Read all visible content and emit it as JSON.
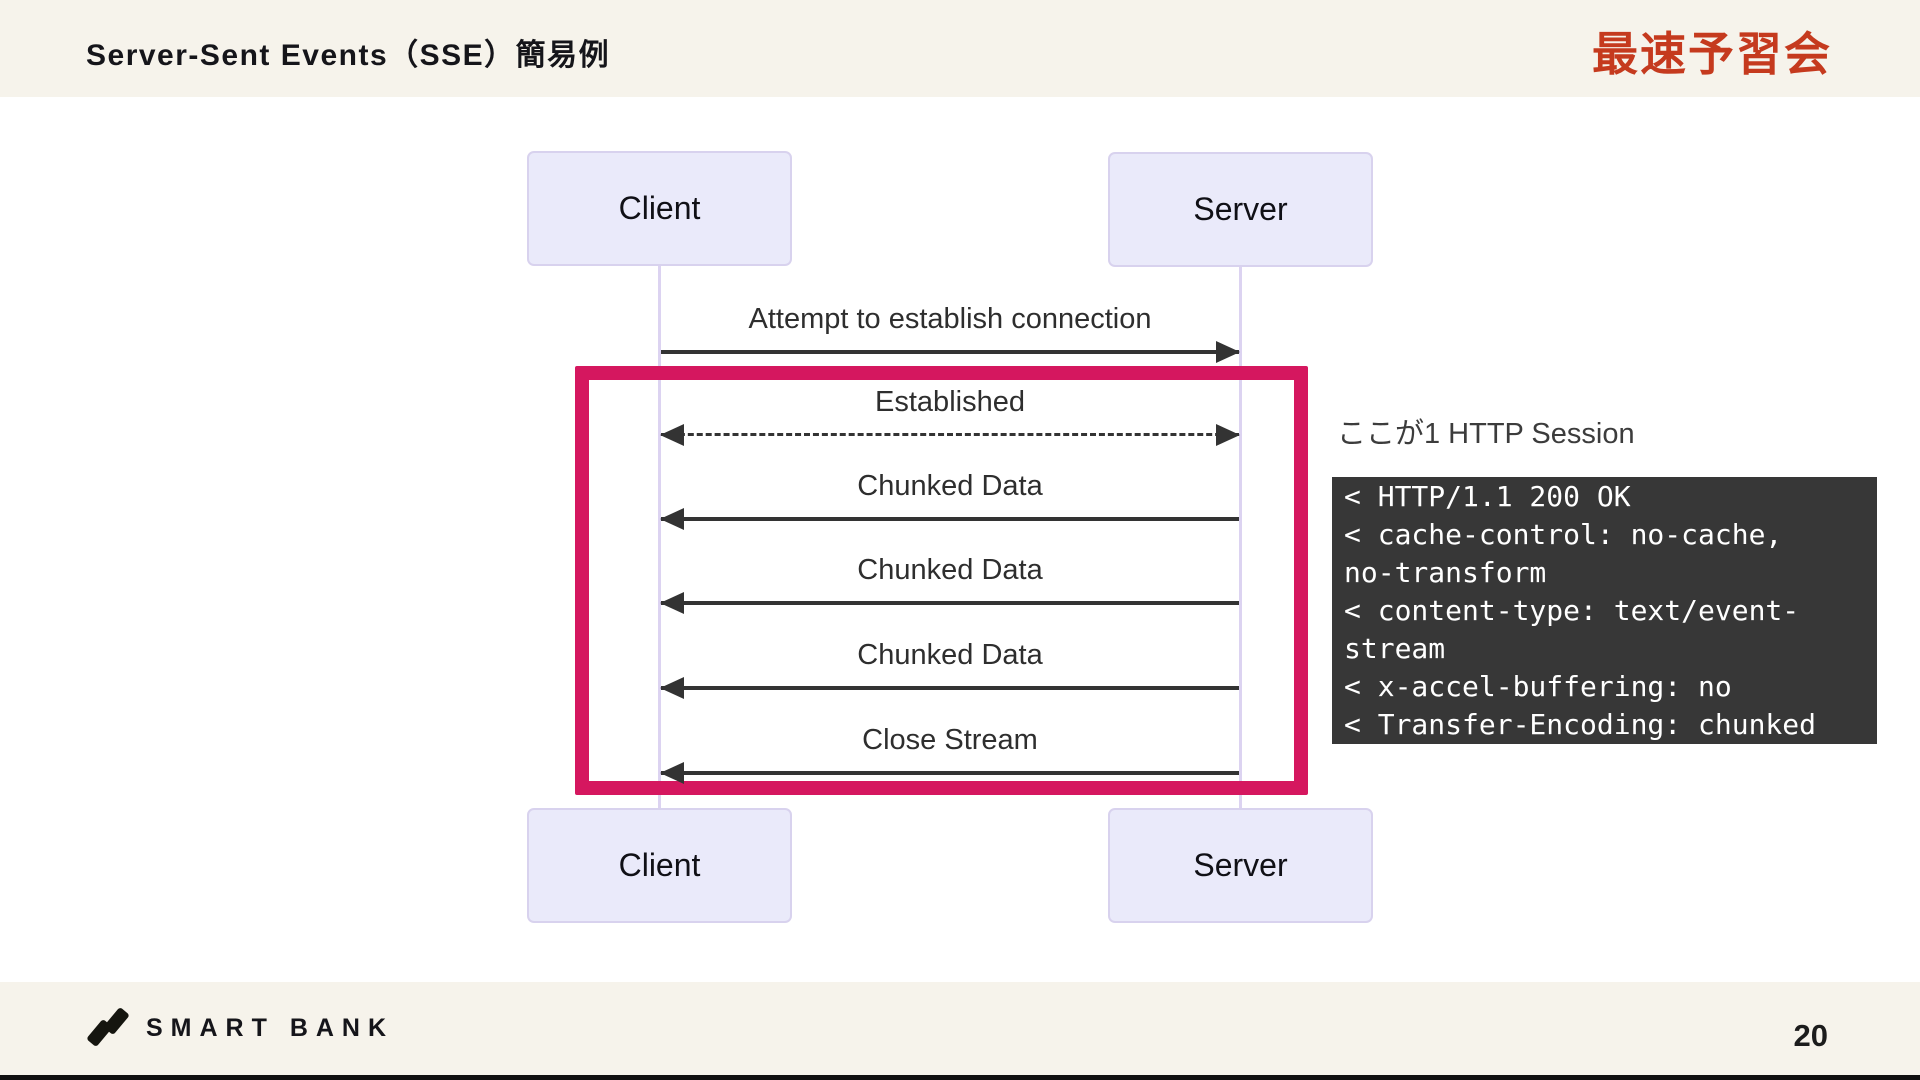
{
  "header": {
    "title": "Server-Sent Events（SSE）簡易例",
    "brand": "最速予習会"
  },
  "diagram": {
    "actors": {
      "client": "Client",
      "server": "Server"
    },
    "messages": [
      {
        "label": "Attempt to establish connection",
        "direction": "right",
        "style": "solid"
      },
      {
        "label": "Established",
        "direction": "both",
        "style": "dashed"
      },
      {
        "label": "Chunked Data",
        "direction": "left",
        "style": "solid"
      },
      {
        "label": "Chunked Data",
        "direction": "left",
        "style": "solid"
      },
      {
        "label": "Chunked Data",
        "direction": "left",
        "style": "solid"
      },
      {
        "label": "Close Stream",
        "direction": "left",
        "style": "solid"
      }
    ]
  },
  "annotation": {
    "label": "ここが1 HTTP Session"
  },
  "code_block": {
    "lines": [
      "< HTTP/1.1 200 OK",
      "< cache-control: no-cache,",
      "no-transform",
      "< content-type: text/event-",
      "stream",
      "< x-accel-buffering: no",
      "< Transfer-Encoding: chunked"
    ]
  },
  "footer": {
    "logo_text": "SMART BANK",
    "page_number": "20"
  },
  "colors": {
    "strip_background": "#f6f3eb",
    "brand_red": "#c53a1e",
    "highlight_pink": "#d5175f",
    "actor_fill": "#eaeafa",
    "actor_border": "#d8d2ee",
    "lifeline": "#dcd3f1",
    "arrow": "#333333",
    "code_background": "#373737",
    "code_text": "#ffffff"
  }
}
